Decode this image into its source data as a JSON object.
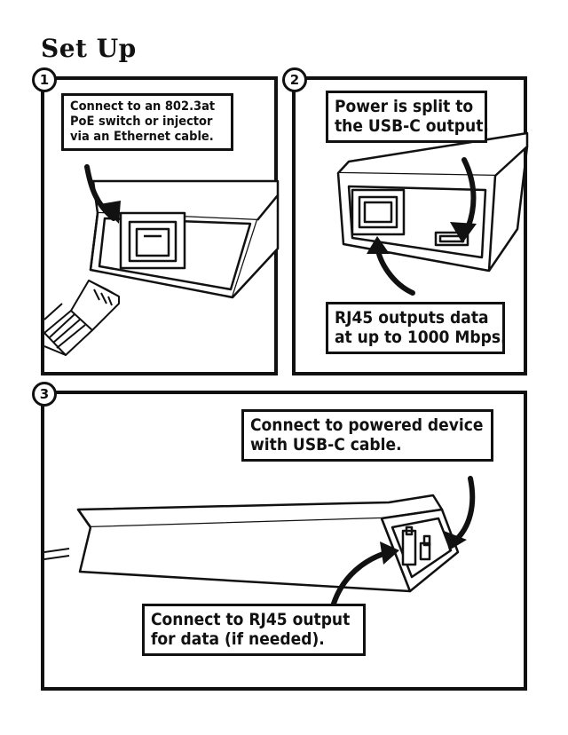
{
  "title": "Set Up",
  "steps": [
    {
      "number": "1",
      "lines": [
        "Connect to an 802.3at",
        "PoE switch or injector",
        "via an Ethernet cable."
      ]
    },
    {
      "number": "2",
      "lines": [
        "Power is split to",
        "the USB-C output."
      ],
      "lines2": [
        "RJ45 outputs data",
        "at up to 1000 Mbps."
      ]
    },
    {
      "number": "3",
      "lines": [
        "Connect to powered device",
        "with USB-C cable."
      ],
      "lines2": [
        "Connect to RJ45 output",
        "for data (if needed)."
      ]
    }
  ]
}
